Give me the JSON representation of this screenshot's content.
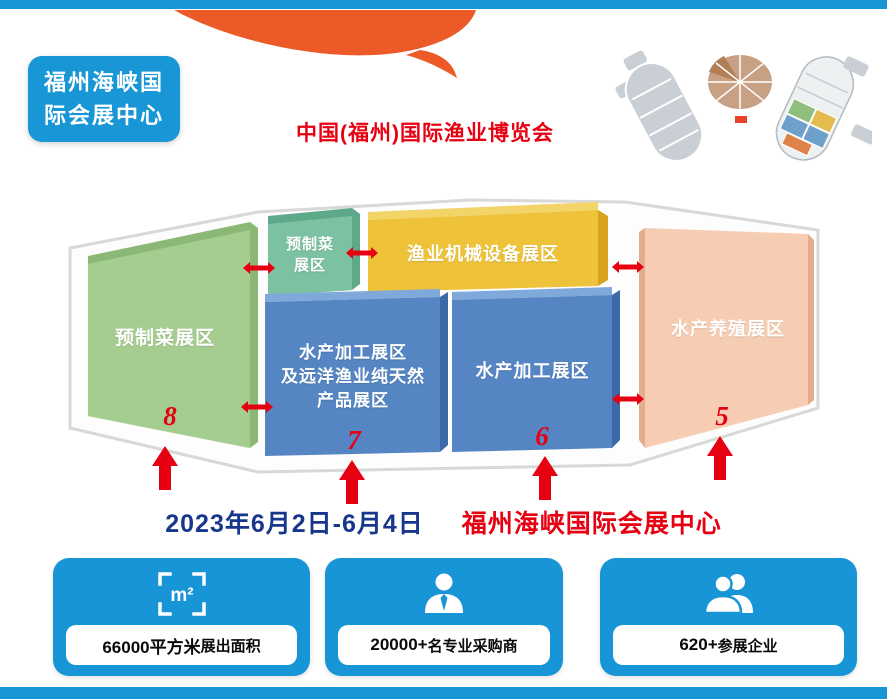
{
  "top_badge": {
    "line1": "福州海峡国",
    "line2": "际会展中心"
  },
  "expo_title": "中国(福州)国际渔业博览会",
  "floorplan": {
    "hall_premade": {
      "label": "预制菜展区",
      "number": "8"
    },
    "hall_premade_small": {
      "line1": "预制菜",
      "line2": "展区"
    },
    "hall_machinery": {
      "label": "渔业机械设备展区"
    },
    "hall_processing_main": {
      "line1": "水产加工展区",
      "line2": "及远洋渔业纯天然",
      "line3": "产品展区",
      "number": "7"
    },
    "hall_processing": {
      "label": "水产加工展区",
      "number": "6"
    },
    "hall_aquaculture": {
      "label": "水产养殖展区",
      "number": "5"
    }
  },
  "schedule": {
    "dates": "2023年6月2日-6月4日",
    "venue": "福州海峡国际会展中心"
  },
  "stats": [
    {
      "icon": "area-icon",
      "glyph": "m²",
      "value": "66000平方米",
      "label": "展出面积"
    },
    {
      "icon": "buyers-icon",
      "value": "20000+",
      "label": "名专业采购商"
    },
    {
      "icon": "exhibitors-icon",
      "value": "620+",
      "label": "参展企业"
    }
  ],
  "colors": {
    "brand_blue": "#1896d6",
    "accent_orange": "#ec5a27",
    "accent_red": "#e60012",
    "date_navy": "#17378d",
    "hall_green": "#a5cd8f",
    "hall_teal": "#7cc2a2",
    "hall_yellow": "#eec339",
    "hall_blue": "#5586c3",
    "hall_peach": "#f6cdb2"
  }
}
